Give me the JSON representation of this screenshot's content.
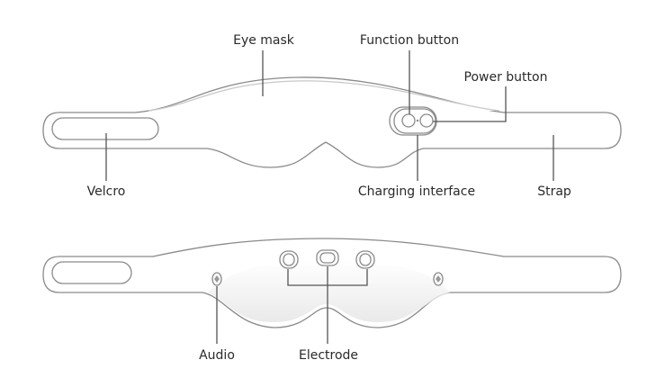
{
  "top_view": {
    "labels": {
      "eye_mask": "Eye mask",
      "function_button": "Function button",
      "power_button": "Power button",
      "velcro": "Velcro",
      "charging_interface": "Charging interface",
      "strap": "Strap"
    }
  },
  "bottom_view": {
    "labels": {
      "audio": "Audio",
      "electrode": "Electrode"
    }
  },
  "colors": {
    "outline": "#8a8a8a",
    "leader": "#555555",
    "shade": "#e6e6e6"
  }
}
